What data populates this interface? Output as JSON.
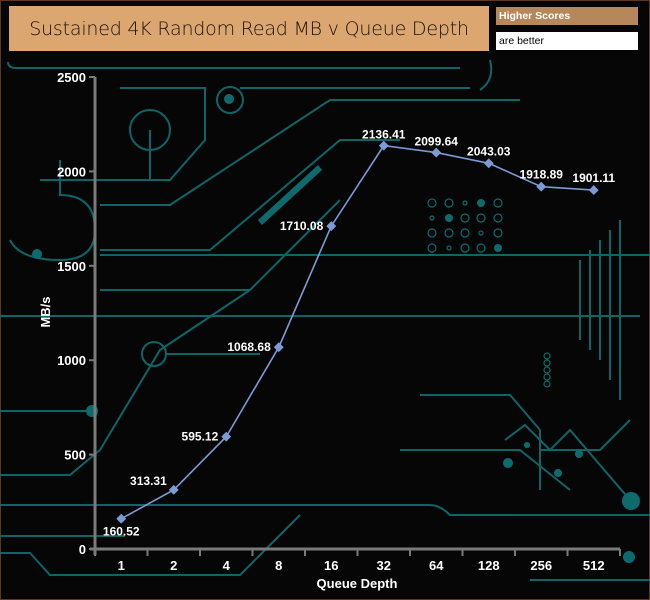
{
  "header": {
    "title": "Sustained 4K Random Read MB v Queue Depth",
    "legend_line1": "Higher Scores",
    "legend_line2": "are better"
  },
  "colors": {
    "background": "#060606",
    "circuit": "#0e6b6d",
    "title_bg": "#dca671",
    "legend_bg": "#b5875a",
    "series": "#7b9ad6",
    "axis": "#7a7a7a"
  },
  "chart_data": {
    "type": "line",
    "title": "Sustained 4K Random Read MB v Queue Depth",
    "xlabel": "Queue Depth",
    "ylabel": "MB/s",
    "categories": [
      "1",
      "2",
      "4",
      "8",
      "16",
      "32",
      "64",
      "128",
      "256",
      "512"
    ],
    "series": [
      {
        "name": "Sustained 4K Random Read",
        "values": [
          160.52,
          313.31,
          595.12,
          1068.68,
          1710.08,
          2136.41,
          2099.64,
          2043.03,
          1918.89,
          1901.11
        ],
        "labels": [
          "160.52",
          "313.31",
          "595.12",
          "1068.68",
          "1710.08",
          "2136.41",
          "2099.64",
          "2043.03",
          "1918.89",
          "1901.11"
        ]
      }
    ],
    "ylim": [
      0,
      2500
    ],
    "yticks": [
      0,
      500,
      1000,
      1500,
      2000,
      2500
    ],
    "ytick_labels": [
      "0",
      "500",
      "1000",
      "1500",
      "2000",
      "2500"
    ],
    "grid": false,
    "legend": "none"
  }
}
